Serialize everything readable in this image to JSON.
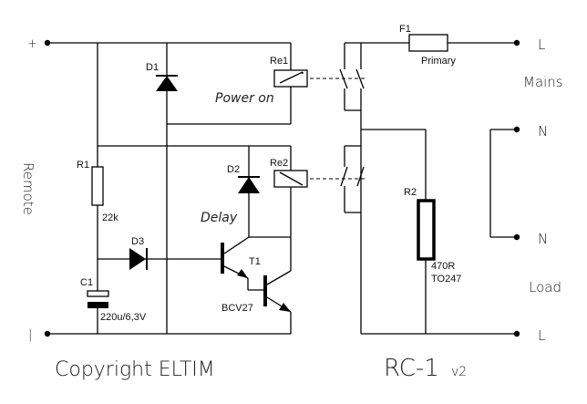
{
  "diagram": {
    "title": "RC-1",
    "version": "v2",
    "copyright": "Copyright ELTIM",
    "terminals": {
      "plus": "+",
      "minus": "|",
      "remote": "Remote",
      "mains_L": "L",
      "mains_N": "N",
      "mains": "Mains",
      "load_N": "N",
      "load_L": "L",
      "load": "Load"
    },
    "components": {
      "D1": "D1",
      "D2": "D2",
      "D3": "D3",
      "R1": "R1",
      "R1_value": "22k",
      "C1": "C1",
      "C1_value": "220u/6,3V",
      "Re1": "Re1",
      "Re2": "Re2",
      "T1": "T1",
      "T1_value": "BCV27",
      "F1": "F1",
      "F1_value": "Primary",
      "R2": "R2",
      "R2_value1": "470R",
      "R2_value2": "TO247"
    },
    "annotations": {
      "power_on": "Power on",
      "delay": "Delay"
    }
  }
}
